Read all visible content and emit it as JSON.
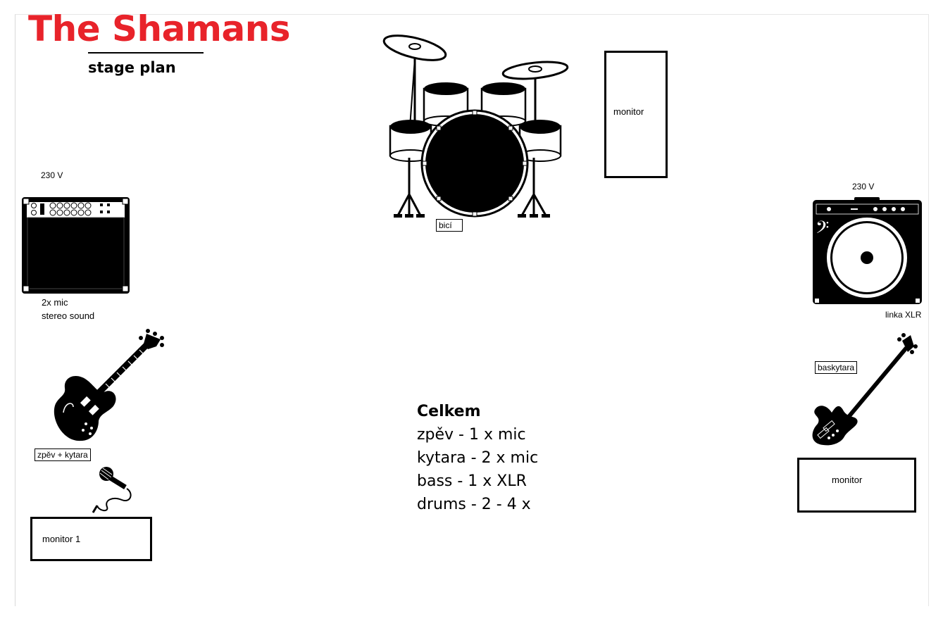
{
  "title": "The Shamans",
  "subtitle": "stage plan",
  "labels": {
    "power_left": "230 V",
    "power_right": "230 V",
    "left_amp_line1": "2x mic",
    "left_amp_line2": "stereo sound",
    "right_amp_note": "linka XLR",
    "drums": "bicí",
    "guitar": "zpěv + kytara",
    "bass": "baskytara"
  },
  "monitors": {
    "top": "monitor",
    "right": "monitor",
    "left": "monitor 1"
  },
  "summary": {
    "heading": "Celkem",
    "lines": [
      "zpěv - 1 x mic",
      "kytara - 2 x mic",
      "bass - 1 x XLR",
      "drums - 2 - 4 x"
    ]
  },
  "colors": {
    "title": "#e8232a",
    "ink": "#000000",
    "frame": "#d9d9d9"
  }
}
